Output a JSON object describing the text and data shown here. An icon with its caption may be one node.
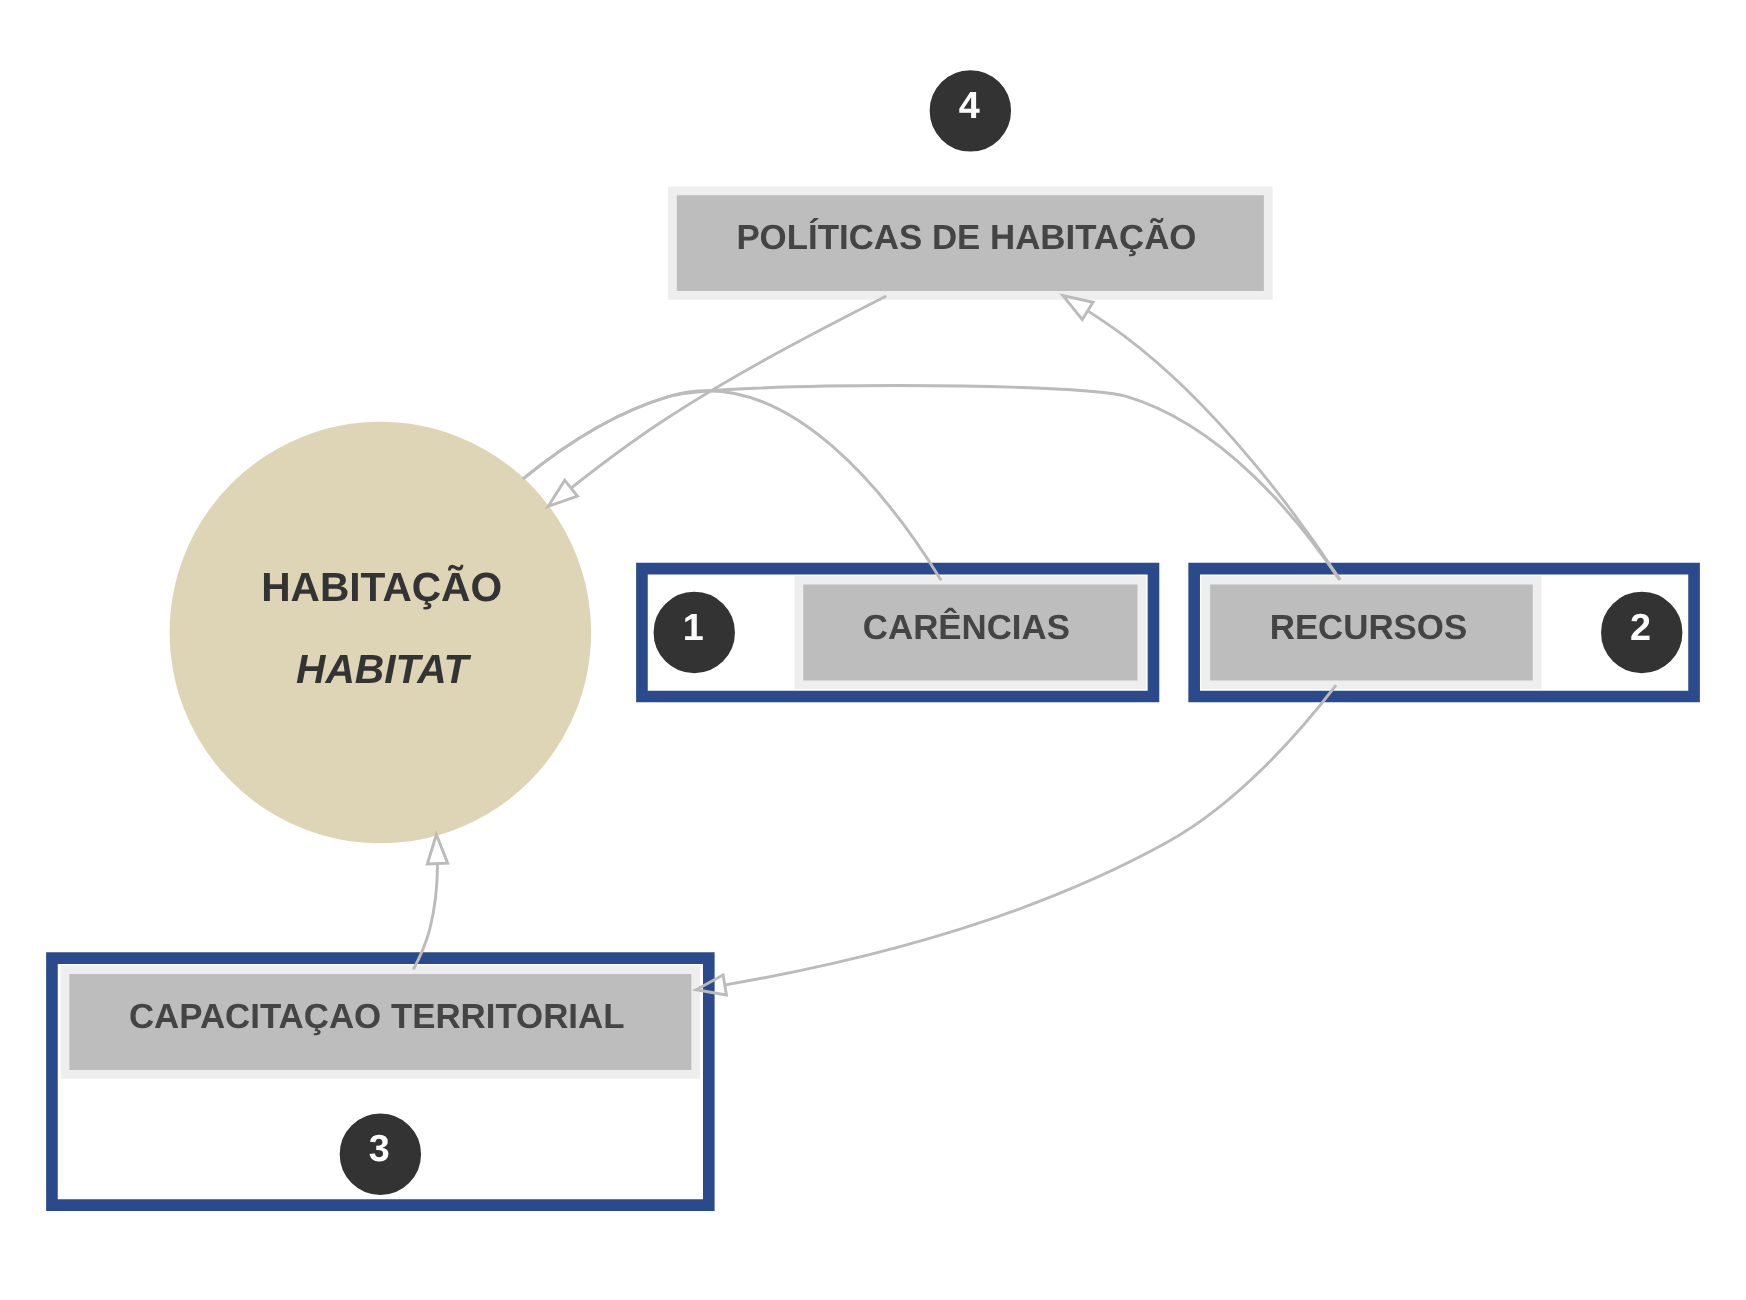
{
  "diagram": {
    "nodes": [
      {
        "text": [
          "POLÍTICAS DE HABITAÇÃO"
        ],
        "beside": [
          "4"
        ]
      },
      {
        "text": [
          "HABITAÇÃO",
          "HABITAT"
        ]
      },
      {
        "text": [],
        "shape": "box"
      },
      {
        "text": [
          "CARÊNCIAS"
        ],
        "in": 2,
        "beside": [
          "1"
        ]
      },
      {
        "text": [],
        "shape": "box"
      },
      {
        "text": [
          "RECURSOS"
        ],
        "in": 4,
        "beside": [
          "2"
        ]
      },
      {
        "text": [],
        "shape": "box"
      },
      {
        "text": [
          "CAPACITAÇAO TERRITORIAL"
        ],
        "in": 6,
        "beside": [
          "3"
        ]
      }
    ],
    "edges": [
      {
        "from": 0,
        "to": 1,
        "arrow": "to"
      },
      {
        "from": 3,
        "to": 1,
        "arrow": "none"
      },
      {
        "from": 1,
        "to": 5,
        "arrow": "none"
      },
      {
        "from": 7,
        "to": 1,
        "arrow": "to"
      },
      {
        "from": 5,
        "to": 0,
        "arrow": "to"
      },
      {
        "from": 5,
        "to": 7,
        "arrow": "to"
      }
    ]
  }
}
